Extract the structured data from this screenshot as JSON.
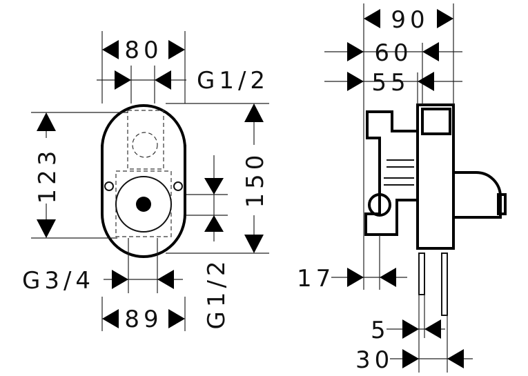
{
  "front_view": {
    "width_top": "80",
    "width_bottom": "89",
    "height_left": "123",
    "height_right": "150",
    "thread_top": "G1/2",
    "thread_bottom_left": "G3/4",
    "thread_right_vertical": "G1/2"
  },
  "side_view": {
    "depth_total": "90",
    "depth_mid": "60",
    "depth_min": "55",
    "offset_17": "17",
    "pipe_wall": "5",
    "pipe_dia": "30"
  }
}
